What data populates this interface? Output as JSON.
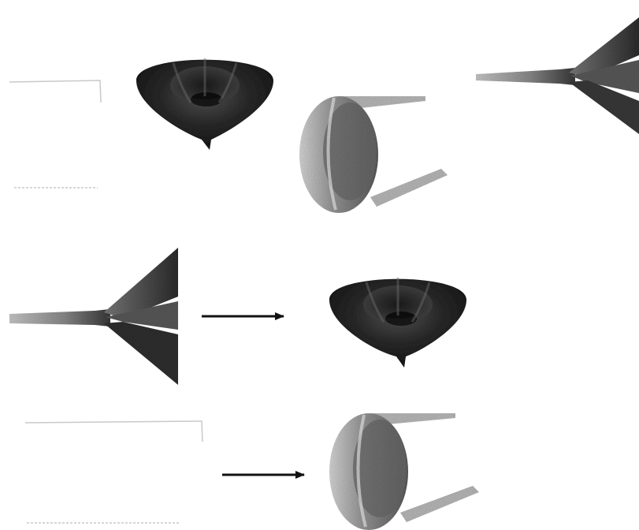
{
  "figure": {
    "description_hidden": "",
    "colors": {
      "background": "#ffffff",
      "dark_shape": "#2c2c2c",
      "mid_shape": "#5c5c5c",
      "light_shape": "#bdbdbd",
      "arrow": "#111111",
      "faint_line": "#c9c9c9"
    },
    "shapes": [
      {
        "id": "cone-top",
        "kind": "cone"
      },
      {
        "id": "cylinder-top",
        "kind": "cylinder"
      },
      {
        "id": "trumpet-top",
        "kind": "trumpet"
      },
      {
        "id": "trumpet-middle",
        "kind": "trumpet"
      },
      {
        "id": "cone-middle",
        "kind": "cone"
      },
      {
        "id": "cylinder-bottom",
        "kind": "cylinder"
      }
    ],
    "arrows": [
      {
        "id": "arrow-trumpet-to-cone",
        "from": "trumpet-middle",
        "to": "cone-middle"
      },
      {
        "id": "arrow-to-cylinder",
        "from": "",
        "to": "cylinder-bottom"
      }
    ]
  }
}
